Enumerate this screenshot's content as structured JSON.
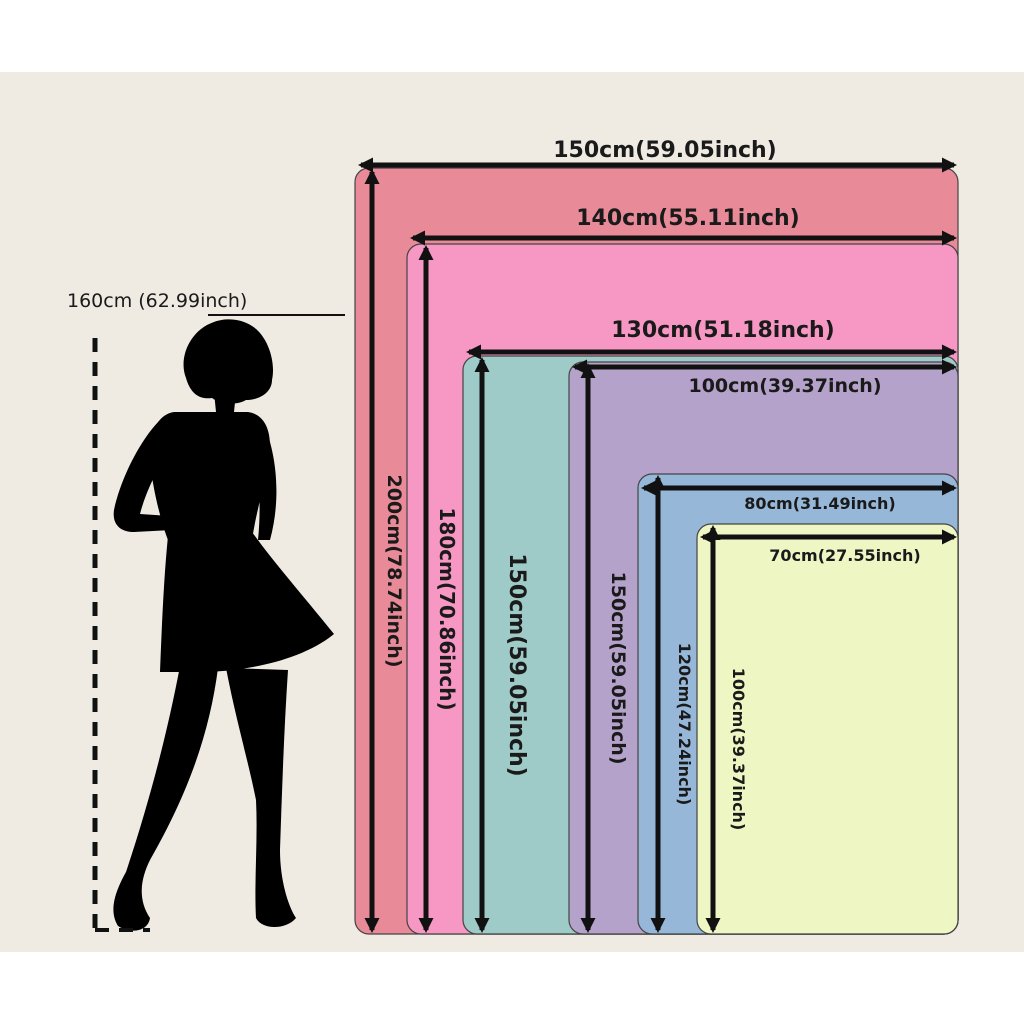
{
  "colors": {
    "background": "#efebe3",
    "frame": "#ffffff",
    "silhouette": "#000000",
    "arrow": "#111111",
    "outline": "#444444"
  },
  "person": {
    "height_label": "160cm (62.99inch)",
    "icon": "woman-silhouette-icon"
  },
  "blankets": [
    {
      "id": "150x200",
      "width_label": "150cm(59.05inch)",
      "height_label": "200cm(78.74inch)",
      "color": "#e88a98"
    },
    {
      "id": "140x180",
      "width_label": "140cm(55.11inch)",
      "height_label": "180cm(70.86inch)",
      "color": "#f797c4"
    },
    {
      "id": "130x150",
      "width_label": "130cm(51.18inch)",
      "height_label": "150cm(59.05inch)",
      "color": "#9ecac7"
    },
    {
      "id": "100x150",
      "width_label": "100cm(39.37inch)",
      "height_label": "150cm(59.05inch)",
      "color": "#b5a2cb"
    },
    {
      "id": "80x120",
      "width_label": "80cm(31.49inch)",
      "height_label": "120cm(47.24inch)",
      "color": "#96b7d8"
    },
    {
      "id": "70x100",
      "width_label": "70cm(27.55inch)",
      "height_label": "100cm(39.37inch)",
      "color": "#eef6c4"
    }
  ]
}
